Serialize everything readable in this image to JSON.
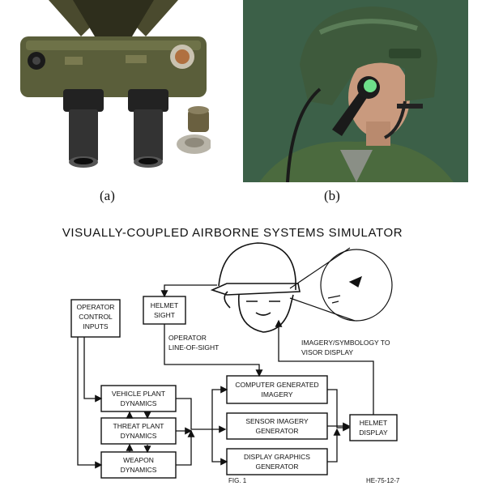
{
  "photos": {
    "a_caption": "(a)",
    "b_caption": "(b)"
  },
  "diagram": {
    "title": "VISUALLY-COUPLED AIRBORNE SYSTEMS SIMULATOR",
    "boxes": {
      "operator_control": [
        "OPERATOR",
        "CONTROL",
        "INPUTS"
      ],
      "helmet_sight": [
        "HELMET",
        "SIGHT"
      ],
      "vehicle_plant": [
        "VEHICLE PLANT",
        "DYNAMICS"
      ],
      "threat_plant": [
        "THREAT PLANT",
        "DYNAMICS"
      ],
      "weapon": [
        "WEAPON",
        "DYNAMICS"
      ],
      "computer_imagery": [
        "COMPUTER GENERATED",
        "IMAGERY"
      ],
      "sensor_imagery": [
        "SENSOR IMAGERY",
        "GENERATOR"
      ],
      "display_graphics": [
        "DISPLAY GRAPHICS",
        "GENERATOR"
      ],
      "helmet_display": [
        "HELMET",
        "DISPLAY"
      ]
    },
    "labels": {
      "operator_los": [
        "OPERATOR",
        "LINE-OF-SIGHT"
      ],
      "imagery_visor": [
        "IMAGERY/SYMBOLOGY TO",
        "VISOR DISPLAY"
      ]
    },
    "footer_left": "FIG. 1",
    "footer_right": "HE-75-12-7"
  },
  "colors": {
    "ink": "#111111",
    "olive": "#5a5e3a",
    "helmet_green": "#3e5a3c",
    "background_green": "#3c6048",
    "lens_green": "#6ee08a"
  }
}
